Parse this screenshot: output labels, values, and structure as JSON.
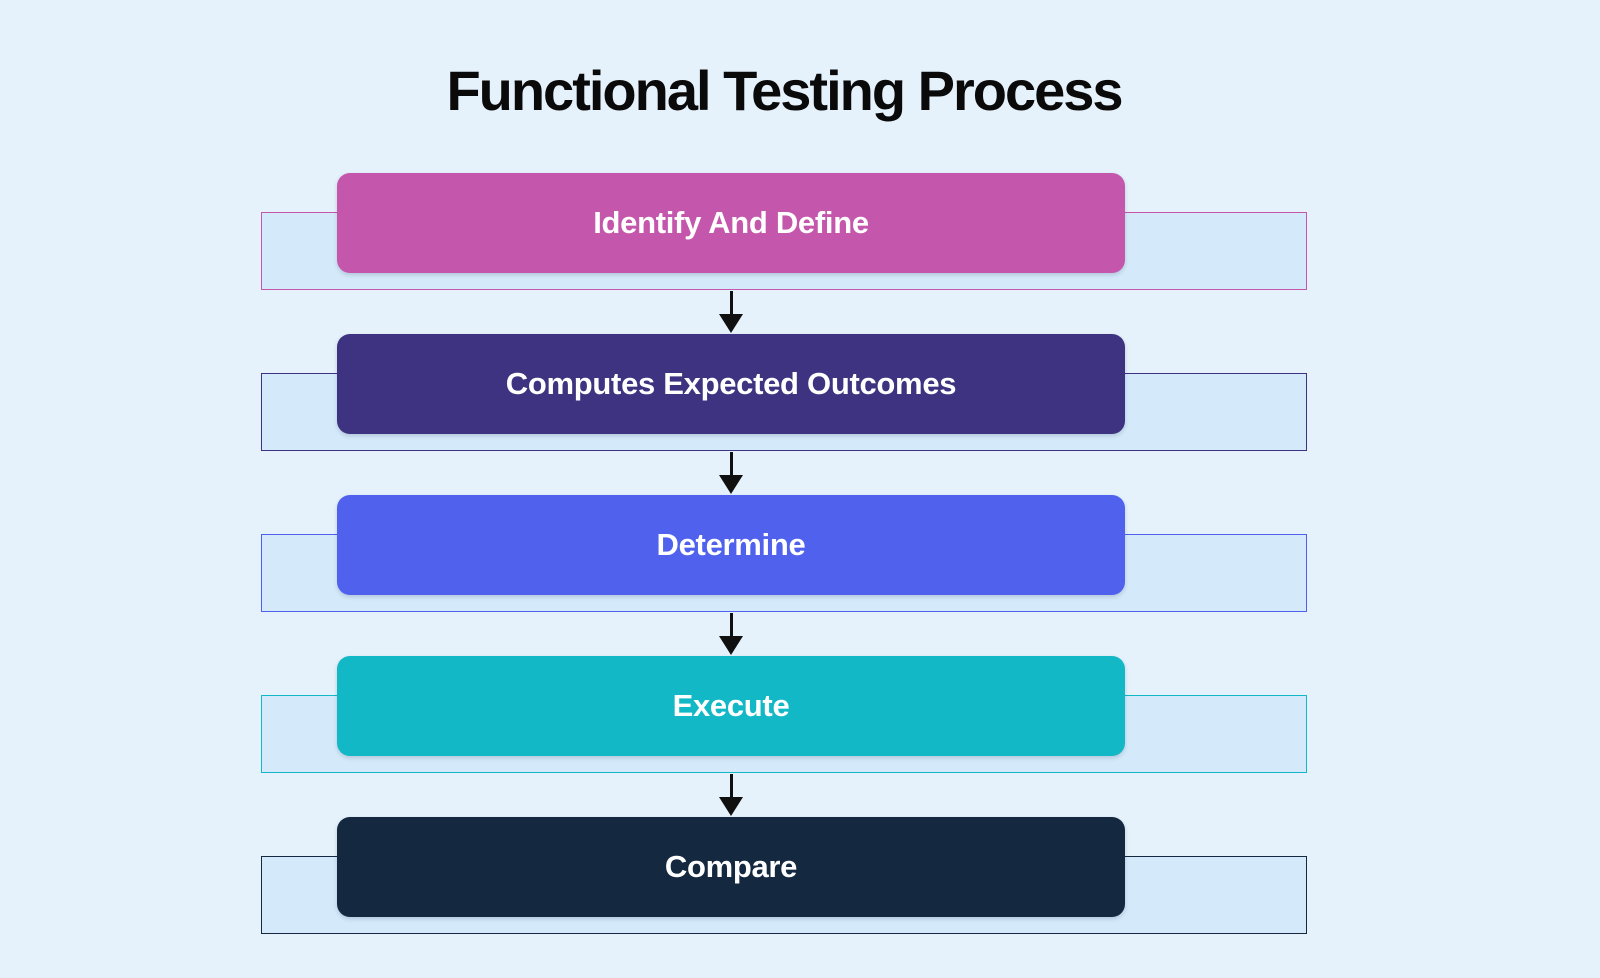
{
  "page": {
    "title": "Functional Testing Process",
    "background": "#E5F1FB",
    "title_color": "#0A0A0A"
  },
  "diagram": {
    "track_fill": "#D4EAFA",
    "arrow_color": "#101010",
    "label_color": "#FFFFFF",
    "steps": [
      {
        "label": "Identify And Define",
        "color": "#C457AC"
      },
      {
        "label": "Computes Expected Outcomes",
        "color": "#3E3380"
      },
      {
        "label": "Determine",
        "color": "#4F61ED"
      },
      {
        "label": "Execute",
        "color": "#12B8C6"
      },
      {
        "label": "Compare",
        "color": "#142840"
      }
    ]
  }
}
